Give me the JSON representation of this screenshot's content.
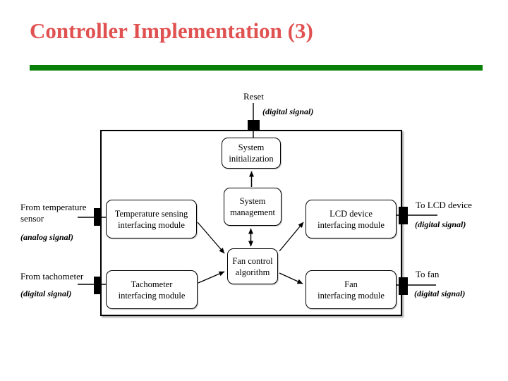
{
  "title": "Controller Implementation (3)",
  "colors": {
    "title": "#e05251",
    "rule": "#088008",
    "diagram_ink": "#000000"
  },
  "diagram": {
    "boxes": {
      "system_initialization": {
        "line1": "System",
        "line2": "initialization"
      },
      "system_management": {
        "line1": "System",
        "line2": "management"
      },
      "fan_control_algorithm": {
        "line1": "Fan control",
        "line2": "algorithm"
      },
      "temperature_sensing": {
        "line1": "Temperature sensing",
        "line2": "interfacing module"
      },
      "tachometer": {
        "line1": "Tachometer",
        "line2": "interfacing module"
      },
      "lcd_device": {
        "line1": "LCD device",
        "line2": "interfacing module"
      },
      "fan": {
        "line1": "Fan",
        "line2": "interfacing module"
      }
    },
    "ports": {
      "reset": {
        "label": "Reset",
        "signal": "(digital signal)"
      },
      "from_temperature": {
        "line1": "From temperature",
        "line2": "sensor",
        "signal": "(analog signal)"
      },
      "from_tachometer": {
        "label": "From tachometer",
        "signal": "(digital signal)"
      },
      "to_lcd": {
        "label": "To LCD device",
        "signal": "(digital signal)"
      },
      "to_fan": {
        "label": "To fan",
        "signal": "(digital signal)"
      }
    }
  }
}
